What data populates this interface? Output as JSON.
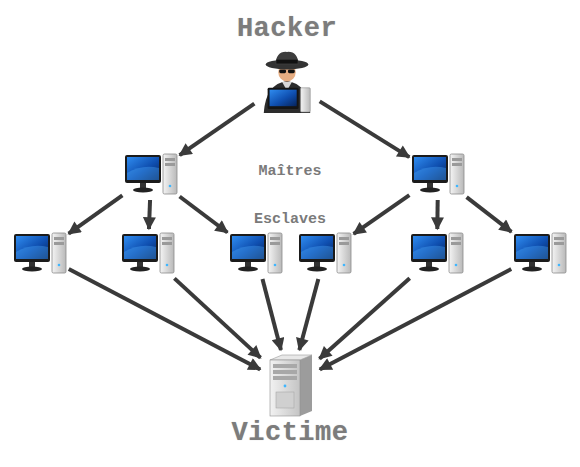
{
  "diagram": {
    "nodes": [
      {
        "text": [
          "Hacker"
        ]
      },
      {
        "text": []
      },
      {
        "text": []
      },
      {
        "text": []
      },
      {
        "text": []
      },
      {
        "text": []
      },
      {
        "text": []
      },
      {
        "text": []
      },
      {
        "text": []
      },
      {
        "text": [
          "Victime"
        ]
      }
    ],
    "edges": [
      {
        "from": 0,
        "to": 1,
        "arrow": "to"
      },
      {
        "from": 0,
        "to": 2,
        "arrow": "to"
      },
      {
        "from": 1,
        "to": 3,
        "arrow": "to"
      },
      {
        "from": 1,
        "to": 4,
        "arrow": "to"
      },
      {
        "from": 1,
        "to": 5,
        "arrow": "to"
      },
      {
        "from": 2,
        "to": 6,
        "arrow": "to"
      },
      {
        "from": 2,
        "to": 7,
        "arrow": "to"
      },
      {
        "from": 2,
        "to": 8,
        "arrow": "to"
      },
      {
        "from": 3,
        "to": 9,
        "arrow": "to"
      },
      {
        "from": 4,
        "to": 9,
        "arrow": "to"
      },
      {
        "from": 5,
        "to": 9,
        "arrow": "to"
      },
      {
        "from": 6,
        "to": 9,
        "arrow": "to"
      },
      {
        "from": 7,
        "to": 9,
        "arrow": "to"
      },
      {
        "from": 8,
        "to": 9,
        "arrow": "to"
      }
    ],
    "labels": [
      "Maîtres",
      "Esclaves"
    ]
  }
}
